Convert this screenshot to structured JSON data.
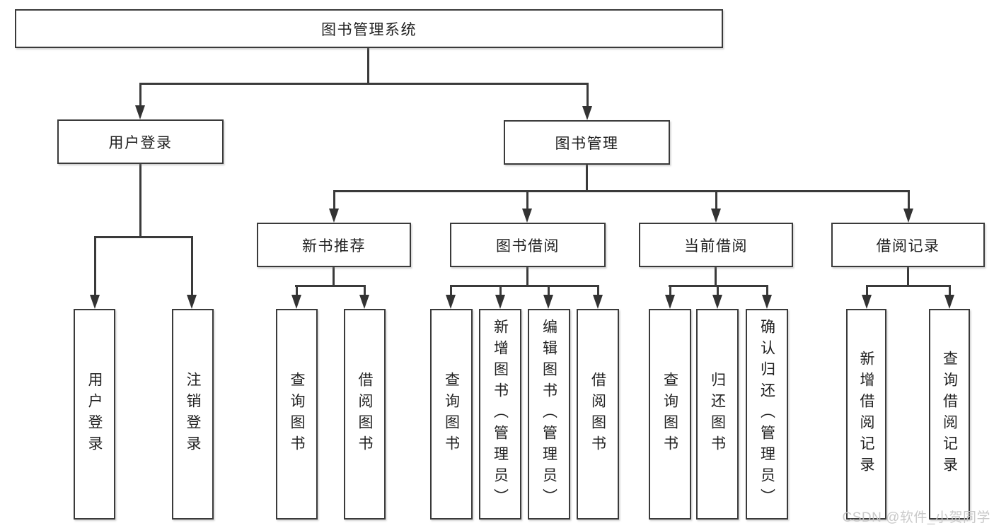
{
  "diagram_title": "图书管理系统",
  "nodes": {
    "root": "图书管理系统",
    "level2": {
      "user_login": "用户登录",
      "book_management": "图书管理"
    },
    "level3": {
      "new_book_recommendation": "新书推荐",
      "book_borrowing": "图书借阅",
      "current_borrowing": "当前借阅",
      "borrowing_records": "借阅记录"
    },
    "leaves": {
      "user_login": "用户登录",
      "logout": "注销登录",
      "rec_query_books": "查询图书",
      "rec_borrow_books": "借阅图书",
      "bb_query_books": "查询图书",
      "bb_add_books_admin": "新增图书（管理员）",
      "bb_edit_books_admin": "编辑图书（管理员）",
      "bb_borrow_books": "借阅图书",
      "cb_query_books": "查询图书",
      "cb_return_books": "归还图书",
      "cb_confirm_return_admin": "确认归还（管理员）",
      "br_add_record": "新增借阅记录",
      "br_query_record": "查询借阅记录"
    }
  },
  "watermark": "CSDN @软件_小贺同学",
  "colors": {
    "line": "#3a3a3a",
    "box_border": "#3a3a3a",
    "text": "#212121",
    "background": "#ffffff",
    "watermark": "#c6c6c6"
  }
}
